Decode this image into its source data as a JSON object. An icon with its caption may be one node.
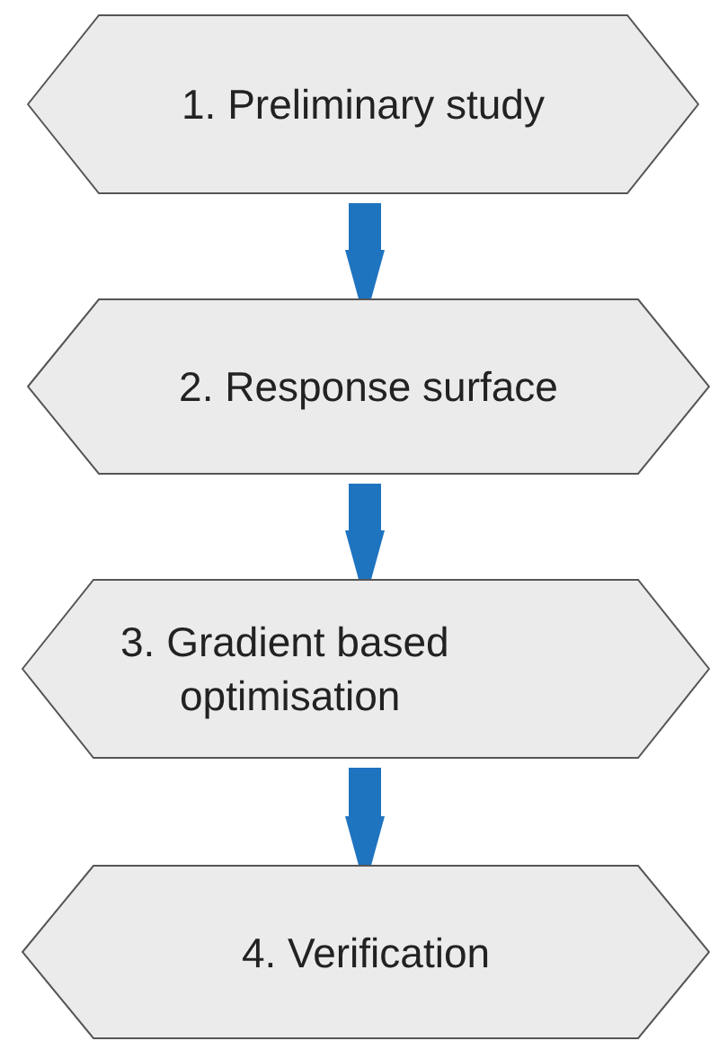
{
  "diagram": {
    "nodes": [
      {
        "text": [
          "1. Preliminary study"
        ]
      },
      {
        "text": [
          "2. Response surface"
        ]
      },
      {
        "text": [
          "3. Gradient based optimisation"
        ]
      },
      {
        "text": [
          "4. Verification"
        ]
      }
    ],
    "edges": [
      {
        "from": 0,
        "to": 1,
        "arrow": "to"
      },
      {
        "from": 1,
        "to": 2,
        "arrow": "to"
      },
      {
        "from": 2,
        "to": 3,
        "arrow": "to"
      }
    ]
  }
}
